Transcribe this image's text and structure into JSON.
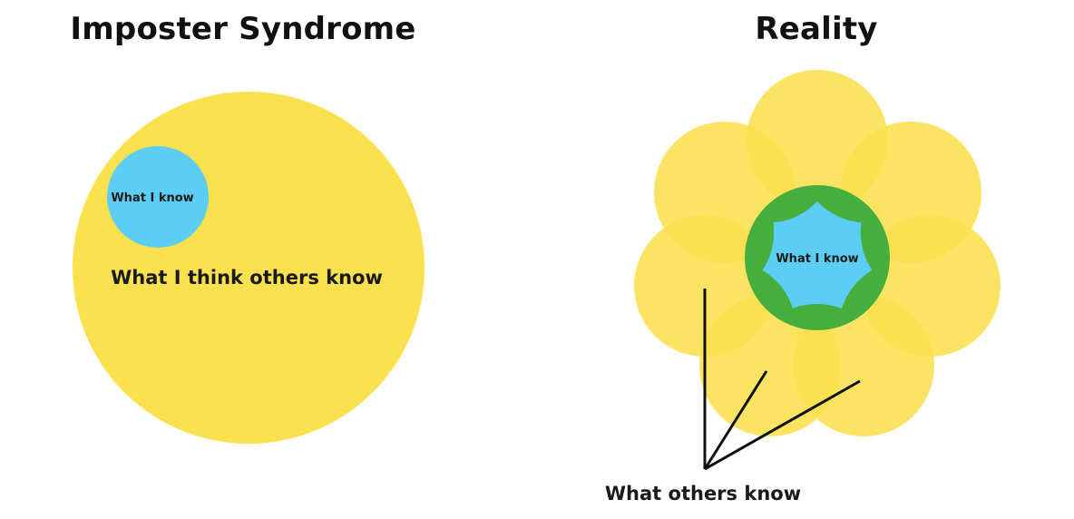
{
  "left_panel": {
    "title": "Imposter Syndrome",
    "inner_label": "What I know",
    "outer_label": "What I think others know"
  },
  "right_panel": {
    "title": "Reality",
    "center_label": "What I know",
    "pointer_label": "What others know"
  },
  "colors": {
    "yellow": "#FBE04F",
    "blue": "#5CCDF5",
    "green": "#45AE3C",
    "line": "#111111"
  }
}
